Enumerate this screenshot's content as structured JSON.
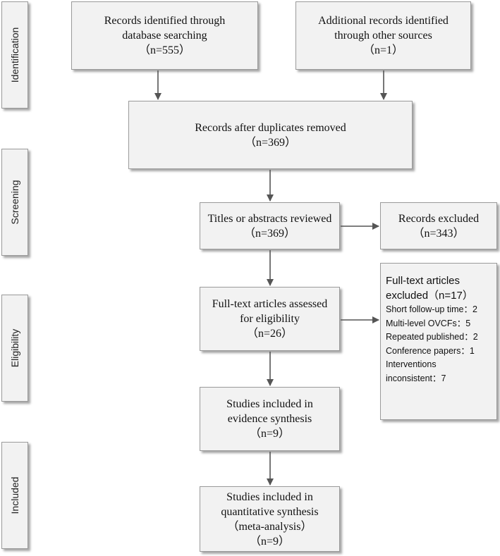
{
  "phases": {
    "identification": "Identification",
    "screening": "Screening",
    "eligibility": "Eligibility",
    "included": "Included"
  },
  "boxes": {
    "database": {
      "line1": "Records identified through",
      "line2": "database searching",
      "count": "（n=555）"
    },
    "other": {
      "line1": "Additional records identified",
      "line2": "through other sources",
      "count": "（n=1）"
    },
    "dedup": {
      "line1": "Records after duplicates removed",
      "count": "（n=369）"
    },
    "titles": {
      "line1": "Titles or abstracts reviewed",
      "count": "（n=369）"
    },
    "excluded": {
      "line1": "Records excluded",
      "count": "（n=343）"
    },
    "fulltext": {
      "line1": "Full-text articles assessed",
      "line2": "for eligibility",
      "count": "（n=26）"
    },
    "evidence": {
      "line1": "Studies included in",
      "line2": "evidence synthesis",
      "count": "（n=9）"
    },
    "quantitative": {
      "line1": "Studies included in",
      "line2": "quantitative synthesis",
      "line3": "（meta-analysis）",
      "count": "（n=9）"
    }
  },
  "fulltext_excluded": {
    "title1": "Full-text articles",
    "title2": "excluded（n=17）",
    "items": [
      "Short follow-up time：2",
      "Multi-level OVCFs：5",
      "Repeated published：2",
      "Conference papers：1",
      "Interventions",
      "inconsistent：7"
    ]
  }
}
